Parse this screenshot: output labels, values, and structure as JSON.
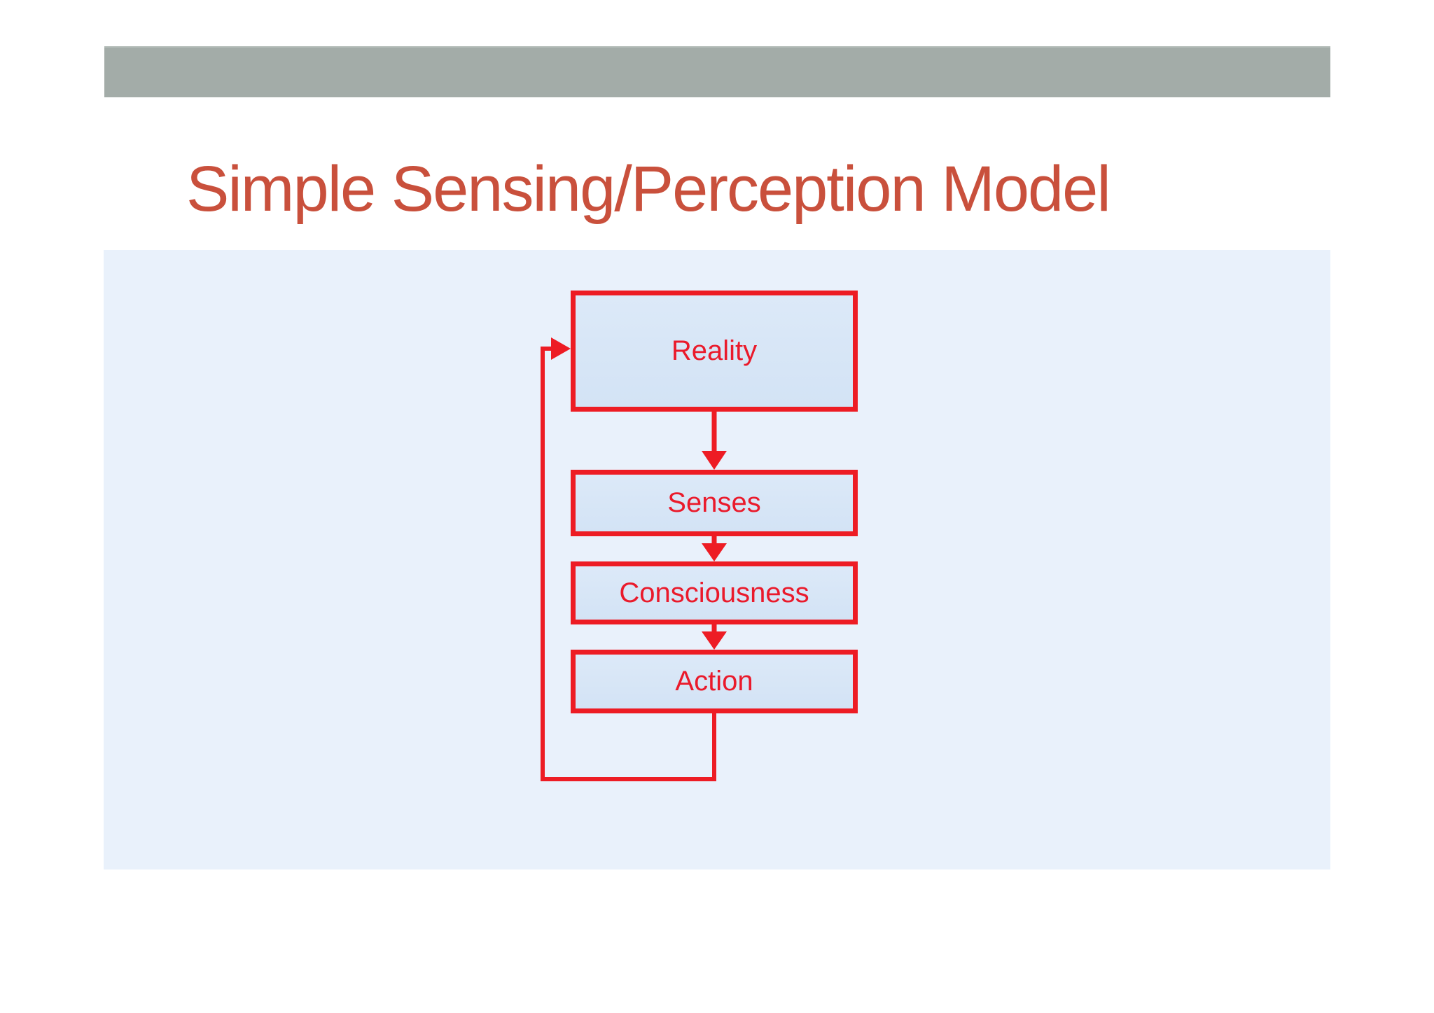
{
  "slide": {
    "title": "Simple Sensing/Perception Model",
    "colors": {
      "title_text": "#C9503C",
      "top_accent_bar": "#A3ACA8",
      "panel_background": "#E9F1FB",
      "box_border": "#ED1C24",
      "box_fill": "#D7E5F6",
      "box_label_text": "#EA1A2B",
      "connector": "#ED1C24"
    },
    "diagram": {
      "type": "flowchart",
      "nodes": [
        {
          "id": "reality",
          "label": "Reality"
        },
        {
          "id": "senses",
          "label": "Senses"
        },
        {
          "id": "consciousness",
          "label": "Consciousness"
        },
        {
          "id": "action",
          "label": "Action"
        }
      ],
      "edges": [
        {
          "from": "Reality",
          "to": "Senses",
          "style": "straight-down-arrow"
        },
        {
          "from": "Senses",
          "to": "Consciousness",
          "style": "straight-down-arrow"
        },
        {
          "from": "Consciousness",
          "to": "Action",
          "style": "straight-down-arrow"
        },
        {
          "from": "Action",
          "to": "Reality",
          "style": "feedback-loop-left-side"
        }
      ]
    }
  }
}
